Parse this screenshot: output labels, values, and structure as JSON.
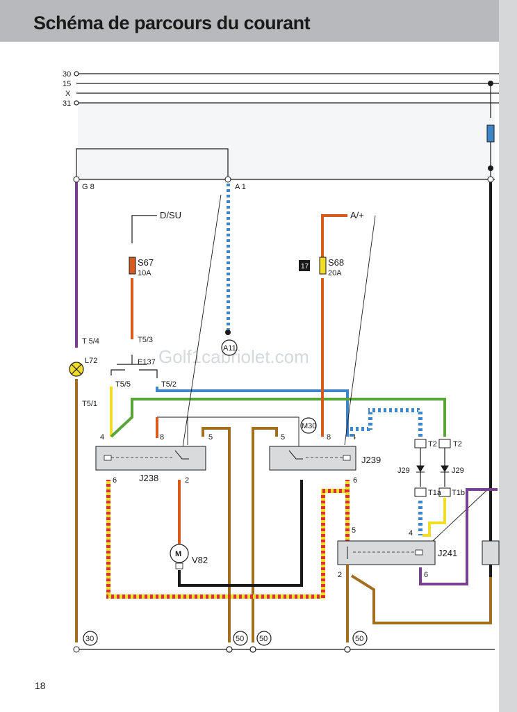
{
  "title": "Schéma de parcours du courant",
  "page_number": "18",
  "watermark": "Golf1cabriolet.com",
  "bus_lines": [
    "30",
    "15",
    "X",
    "31"
  ],
  "ground_nodes": [
    "G 8",
    "A 1"
  ],
  "terminals": {
    "d_su": "D/SU",
    "a_plus": "A/+",
    "a11": "A11",
    "m30": "M30",
    "t5_4": "T 5/4",
    "t5_3": "T5/3",
    "t5_5": "T5/5",
    "t5_2": "T5/2",
    "t5_1": "T5/1",
    "t2_a": "T2",
    "t2_b": "T2",
    "t1a": "T1a",
    "t1b": "T1b"
  },
  "components": {
    "s67_name": "S67",
    "s67_rating": "10A",
    "s68_name": "S68",
    "s68_rating": "20A",
    "fuse_box_num": "17",
    "l72": "L72",
    "e137": "E137",
    "j238": "J238",
    "j239": "J239",
    "j241": "J241",
    "j29_a": "J29",
    "j29_b": "J29",
    "v82": "V82",
    "motor": "M"
  },
  "pins": {
    "j238": [
      "4",
      "8",
      "5",
      "6",
      "2"
    ],
    "j239": [
      "5",
      "8",
      "4",
      "6"
    ],
    "j241": [
      "5",
      "4",
      "2",
      "6"
    ]
  },
  "bottom_refs": [
    "30",
    "50",
    "50",
    "50"
  ],
  "wire_colors": {
    "violet": "#7b3f8f",
    "blue": "#3f86c8",
    "orange": "#d75a1f",
    "brown": "#a07020",
    "green": "#5aa53a",
    "yellow": "#f2dc2a",
    "black": "#1a1a1a",
    "red": "#d8342a"
  }
}
